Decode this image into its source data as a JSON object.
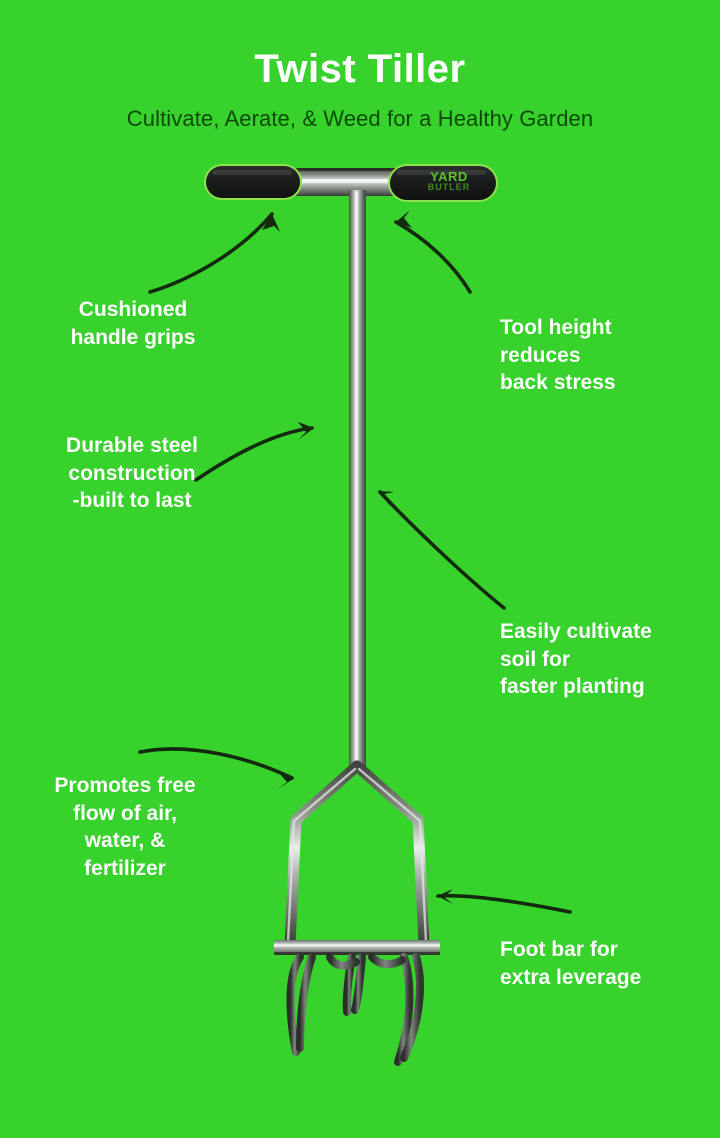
{
  "page": {
    "background_color": "#37d22b",
    "title_color": "#ffffff",
    "subtitle_color": "#0d4a08",
    "callout_color": "#ffffff",
    "arrow_color": "#132a0e",
    "steel_color": "#8d9490",
    "grip_color": "#1d1f1e"
  },
  "header": {
    "title": "Twist Tiller",
    "subtitle": "Cultivate, Aerate, & Weed for a Healthy Garden"
  },
  "product": {
    "brand_line_1": "YARD",
    "brand_line_2": "BUTLER",
    "parts": {
      "left_grip": "cushioned-handle-grip-left",
      "right_grip": "cushioned-handle-grip-right",
      "shaft": "steel-shaft",
      "head": "tiller-head-frame",
      "foot_bar": "foot-bar",
      "tines": "tiller-tines"
    }
  },
  "callouts": [
    {
      "id": "handle-grips",
      "lines": [
        "Cushioned",
        "handle grips"
      ],
      "align": "center"
    },
    {
      "id": "tool-height",
      "lines": [
        "Tool height",
        "reduces",
        "back stress"
      ],
      "align": "left"
    },
    {
      "id": "steel-construction",
      "lines": [
        "Durable steel",
        "construction",
        "-built to last"
      ],
      "align": "center"
    },
    {
      "id": "easily-cultivate",
      "lines": [
        "Easily cultivate",
        "soil for",
        "faster planting"
      ],
      "align": "left"
    },
    {
      "id": "air-flow",
      "lines": [
        "Promotes free",
        "flow of air,",
        "water, &",
        "fertilizer"
      ],
      "align": "center"
    },
    {
      "id": "foot-bar",
      "lines": [
        "Foot bar for",
        "extra leverage"
      ],
      "align": "left"
    }
  ],
  "callout_text": {
    "handle_grips_l1": "Cushioned",
    "handle_grips_l2": "handle grips",
    "tool_height_l1": "Tool height",
    "tool_height_l2": "reduces",
    "tool_height_l3": "back stress",
    "steel_l1": "Durable steel",
    "steel_l2": "construction",
    "steel_l3": "-built to last",
    "cultivate_l1": "Easily cultivate",
    "cultivate_l2": "soil for",
    "cultivate_l3": "faster planting",
    "airflow_l1": "Promotes free",
    "airflow_l2": "flow of air,",
    "airflow_l3": "water, &",
    "airflow_l4": "fertilizer",
    "footbar_l1": "Foot bar for",
    "footbar_l2": "extra leverage"
  }
}
